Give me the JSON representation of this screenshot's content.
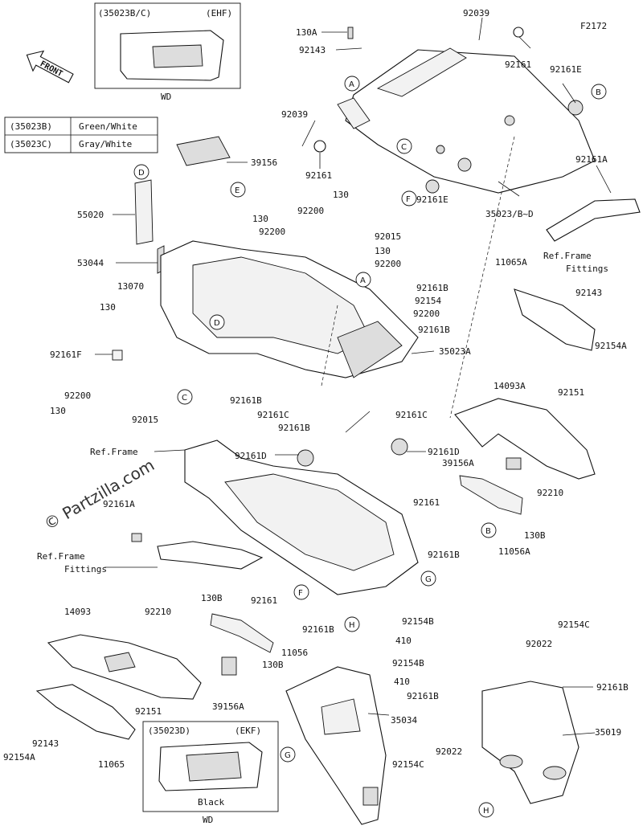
{
  "figure_code": "F2172",
  "watermark": "© Partzilla.com",
  "front_arrow": "FRONT",
  "inset_top": {
    "code": "(35023B/C)",
    "variant": "(EHF)",
    "caption": "WD"
  },
  "inset_bottom": {
    "code": "(35023D)",
    "variant": "(EKF)",
    "color": "Black",
    "caption": "WD"
  },
  "color_table": [
    {
      "code": "(35023B)",
      "color": "Green/White"
    },
    {
      "code": "(35023C)",
      "color": "Gray/White"
    }
  ],
  "callouts": [
    "A",
    "B",
    "C",
    "D",
    "E",
    "F",
    "G",
    "H"
  ],
  "callout_items": [
    {
      "letter": "A"
    },
    {
      "letter": "B"
    },
    {
      "letter": "C"
    },
    {
      "letter": "F"
    },
    {
      "letter": "E"
    },
    {
      "letter": "D"
    },
    {
      "letter": "A"
    },
    {
      "letter": "D"
    },
    {
      "letter": "C"
    },
    {
      "letter": "B"
    },
    {
      "letter": "F"
    },
    {
      "letter": "G"
    },
    {
      "letter": "H"
    },
    {
      "letter": "G"
    },
    {
      "letter": "H"
    }
  ],
  "part_labels": [
    {
      "text": "130A"
    },
    {
      "text": "92039"
    },
    {
      "text": "92143"
    },
    {
      "text": "92161"
    },
    {
      "text": "92161E"
    },
    {
      "text": "92039"
    },
    {
      "text": "92161"
    },
    {
      "text": "92161E"
    },
    {
      "text": "35023/B~D"
    },
    {
      "text": "92161A"
    },
    {
      "text": "39156"
    },
    {
      "text": "55020"
    },
    {
      "text": "130"
    },
    {
      "text": "92200"
    },
    {
      "text": "92200"
    },
    {
      "text": "130"
    },
    {
      "text": "92015"
    },
    {
      "text": "130"
    },
    {
      "text": "92200"
    },
    {
      "text": "53044"
    },
    {
      "text": "Ref.Frame"
    },
    {
      "text": "Fittings"
    },
    {
      "text": "11065A"
    },
    {
      "text": "13070"
    },
    {
      "text": "92161B"
    },
    {
      "text": "92154"
    },
    {
      "text": "92200"
    },
    {
      "text": "130"
    },
    {
      "text": "92143"
    },
    {
      "text": "92161B"
    },
    {
      "text": "92154A"
    },
    {
      "text": "92161F"
    },
    {
      "text": "35023A"
    },
    {
      "text": "92161B"
    },
    {
      "text": "92161C"
    },
    {
      "text": "92161B"
    },
    {
      "text": "130"
    },
    {
      "text": "92200"
    },
    {
      "text": "14093A"
    },
    {
      "text": "92151"
    },
    {
      "text": "92015"
    },
    {
      "text": "92161C"
    },
    {
      "text": "Ref.Frame"
    },
    {
      "text": "92161D"
    },
    {
      "text": "92161D"
    },
    {
      "text": "39156A"
    },
    {
      "text": "92210"
    },
    {
      "text": "92161"
    },
    {
      "text": "92161A"
    },
    {
      "text": "130B"
    },
    {
      "text": "11056A"
    },
    {
      "text": "92161B"
    },
    {
      "text": "Ref.Frame"
    },
    {
      "text": "Fittings"
    },
    {
      "text": "92161"
    },
    {
      "text": "130B"
    },
    {
      "text": "14093"
    },
    {
      "text": "92210"
    },
    {
      "text": "92161B"
    },
    {
      "text": "11056"
    },
    {
      "text": "130B"
    },
    {
      "text": "92154B"
    },
    {
      "text": "410"
    },
    {
      "text": "92154C"
    },
    {
      "text": "92022"
    },
    {
      "text": "92154B"
    },
    {
      "text": "410"
    },
    {
      "text": "92161B"
    },
    {
      "text": "92151"
    },
    {
      "text": "39156A"
    },
    {
      "text": "92161B"
    },
    {
      "text": "35034"
    },
    {
      "text": "35019"
    },
    {
      "text": "92143"
    },
    {
      "text": "92154A"
    },
    {
      "text": "11065"
    },
    {
      "text": "92154C"
    },
    {
      "text": "92022"
    }
  ]
}
